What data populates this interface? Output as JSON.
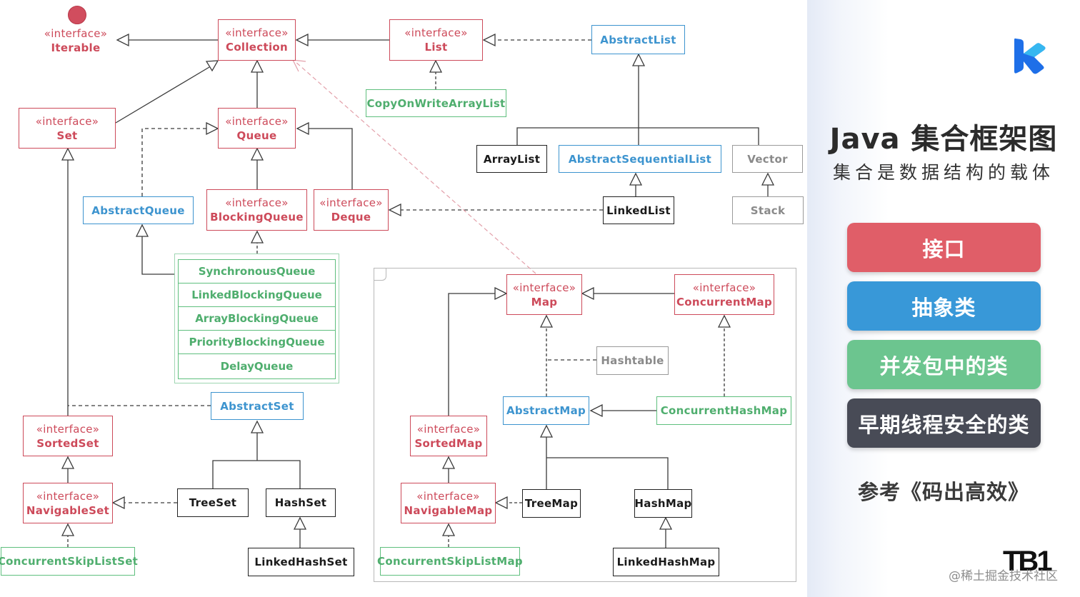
{
  "colors": {
    "interface": "#cd4a5a",
    "abstract": "#3d94cf",
    "concurrent": "#4fae6e",
    "legacy": "#8a8a8a",
    "class": "#1a1a1a",
    "legend_interface": "#e05e68",
    "legend_abstract": "#3898d8",
    "legend_concurrent": "#6cc58f",
    "legend_legacy": "#484b56"
  },
  "stereotype": "«interface»",
  "nodes": {
    "iterable": "Iterable",
    "collection": "Collection",
    "list": "List",
    "abstract_list": "AbstractList",
    "copy_on_write_array_list": "CopyOnWriteArrayList",
    "set": "Set",
    "queue": "Queue",
    "array_list": "ArrayList",
    "abstract_sequential_list": "AbstractSequentialList",
    "vector": "Vector",
    "abstract_queue": "AbstractQueue",
    "blocking_queue": "BlockingQueue",
    "deque": "Deque",
    "linked_list": "LinkedList",
    "stack": "Stack",
    "blocking_queue_impls": [
      "SynchronousQueue",
      "LinkedBlockingQueue",
      "ArrayBlockingQueue",
      "PriorityBlockingQueue",
      "DelayQueue"
    ],
    "abstract_set": "AbstractSet",
    "sorted_set": "SortedSet",
    "navigable_set": "NavigableSet",
    "tree_set": "TreeSet",
    "hash_set": "HashSet",
    "concurrent_skip_list_set": "ConcurrentSkipListSet",
    "linked_hash_set": "LinkedHashSet",
    "map": "Map",
    "concurrent_map": "ConcurrentMap",
    "hashtable": "Hashtable",
    "abstract_map": "AbstractMap",
    "concurrent_hash_map": "ConcurrentHashMap",
    "sorted_map": "SortedMap",
    "navigable_map": "NavigableMap",
    "tree_map": "TreeMap",
    "hash_map": "HashMap",
    "concurrent_skip_list_map": "ConcurrentSkipListMap",
    "linked_hash_map": "LinkedHashMap"
  },
  "panel": {
    "title": "Java 集合框架图",
    "subtitle": "集合是数据结构的载体",
    "legend": {
      "interface": "接口",
      "abstract": "抽象类",
      "concurrent": "并发包中的类",
      "legacy": "早期线程安全的类"
    },
    "reference": "参考《码出高效》",
    "brand": "TB1",
    "watermark": "@稀土掘金技术社区"
  }
}
